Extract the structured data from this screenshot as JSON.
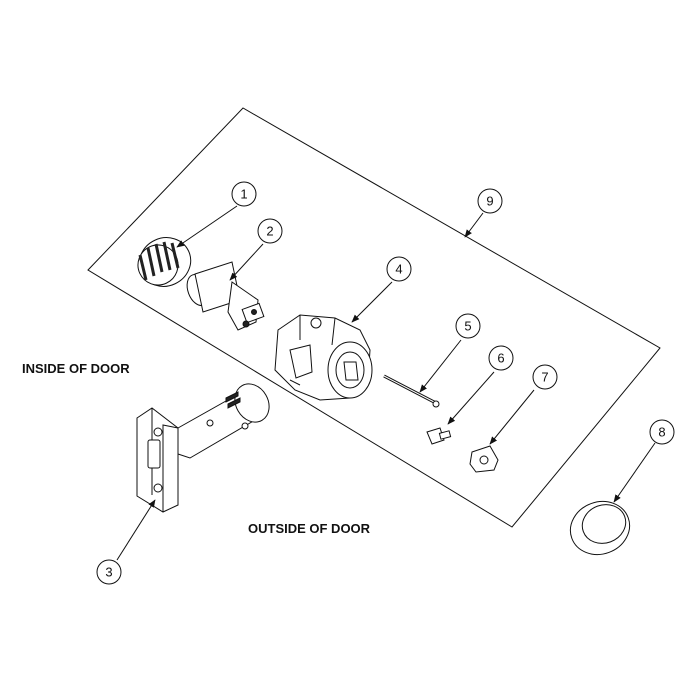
{
  "labels": {
    "inside": "INSIDE OF DOOR",
    "outside": "OUTSIDE OF DOOR"
  },
  "callouts": [
    {
      "number": "1"
    },
    {
      "number": "2"
    },
    {
      "number": "3"
    },
    {
      "number": "4"
    },
    {
      "number": "5"
    },
    {
      "number": "6"
    },
    {
      "number": "7"
    },
    {
      "number": "8"
    },
    {
      "number": "9"
    }
  ]
}
